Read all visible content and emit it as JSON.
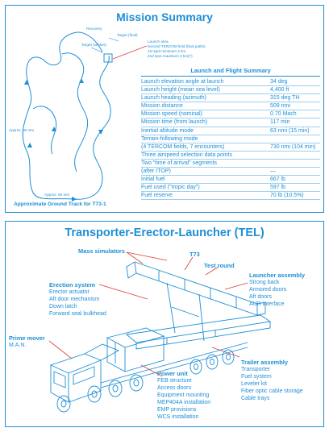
{
  "mission": {
    "title": "Mission Summary",
    "map_labels": {
      "recovery": "Recovery",
      "target": "Target (final)",
      "target2": "Target (seeker)",
      "launch_note_title": "Launch area",
      "launch_note_1": "Second TERCOM field (final paths)",
      "launch_note_2": "1st spot minimum 2 km",
      "launch_note_3": "2nd spot maximum 2 km(?)",
      "approx": "Approx. 80 nmi",
      "approx2": "Approx. 60 nmi",
      "caption": "Approximate Ground Track for T73-1"
    },
    "summary": {
      "title": "Launch and Flight Summary",
      "rows": [
        {
          "label": "Launch elevation angle at launch",
          "value": "34 deg"
        },
        {
          "label": "Launch height (mean sea level)",
          "value": "4,400 ft"
        },
        {
          "label": "Launch heading (azimuth)",
          "value": "315 deg TH"
        },
        {
          "label": "Mission distance",
          "value": "509 nmi"
        },
        {
          "label": "Mission speed (nominal)",
          "value": "0.70 Mach"
        },
        {
          "label": "Mission time (from launch)",
          "value": "117 min"
        },
        {
          "label": "Inertial altitude mode",
          "value": "63 nmi (15 min)"
        },
        {
          "label": "Terrain-following mode",
          "value": ""
        },
        {
          "label": "(4 TERCOM fields, 7 encounters)",
          "value": "730 nmi (104 min)"
        },
        {
          "label": "Three airspeed selection data points",
          "value": ""
        },
        {
          "label": "Two \"time of arrival\" segments",
          "value": ""
        },
        {
          "label": "(after ITOP)",
          "value": "—"
        },
        {
          "label": "Initial fuel",
          "value": "667 lb"
        },
        {
          "label": "Fuel used (\"tropic day\")",
          "value": "597 lb"
        },
        {
          "label": "Fuel reserve",
          "value": "70 lb (10.5%)"
        }
      ]
    }
  },
  "tel": {
    "title": "Transporter-Erector-Launcher (TEL)",
    "mass_simulators": "Mass simulators",
    "t73": "T73",
    "test_round": "Test round",
    "launcher_assembly": {
      "title": "Launcher assembly",
      "items": [
        "Strong back",
        "Armored doors",
        "Aft doors",
        "AUR interface"
      ]
    },
    "erection_system": {
      "title": "Erection system",
      "items": [
        "Erector actuator",
        "Aft door mechanism",
        "Down latch",
        "Forward seal bulkhead"
      ]
    },
    "prime_mover": {
      "title": "Prime mover",
      "items": [
        "M.A.N."
      ]
    },
    "trailer_assembly": {
      "title": "Trailer assembly",
      "items": [
        "Transporter",
        "Fuel system",
        "Leveler kit",
        "Fiber optic cable storage",
        "Cable trays"
      ]
    },
    "power_unit": {
      "title": "Power unit",
      "items": [
        "FEB structure",
        "Access doors",
        "Equipment mounting",
        "MEP404A installation",
        "EMP provisions",
        "WCS installation"
      ]
    }
  },
  "colors": {
    "accent": "#1e8fd6",
    "pointer": "#e23b3b"
  }
}
